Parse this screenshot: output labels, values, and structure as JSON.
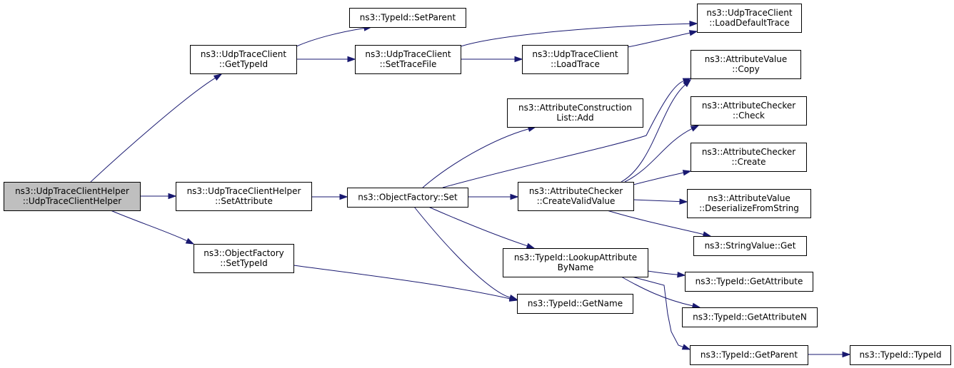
{
  "nodes": [
    {
      "id": "root",
      "lines": [
        "ns3::UdpTraceClientHelper",
        "::UdpTraceClientHelper"
      ],
      "root": true
    },
    {
      "id": "utc_gettypeid",
      "lines": [
        "ns3::UdpTraceClient",
        "::GetTypeId"
      ]
    },
    {
      "id": "utch_setattr",
      "lines": [
        "ns3::UdpTraceClientHelper",
        "::SetAttribute"
      ]
    },
    {
      "id": "of_settypeid",
      "lines": [
        "ns3::ObjectFactory",
        "::SetTypeId"
      ]
    },
    {
      "id": "tid_setparent",
      "lines": [
        "ns3::TypeId::SetParent"
      ]
    },
    {
      "id": "utc_settracefile",
      "lines": [
        "ns3::UdpTraceClient",
        "::SetTraceFile"
      ]
    },
    {
      "id": "of_set",
      "lines": [
        "ns3::ObjectFactory::Set"
      ]
    },
    {
      "id": "utc_loaddefaulttrace",
      "lines": [
        "ns3::UdpTraceClient",
        "::LoadDefaultTrace"
      ]
    },
    {
      "id": "utc_loadtrace",
      "lines": [
        "ns3::UdpTraceClient",
        "::LoadTrace"
      ]
    },
    {
      "id": "acl_add",
      "lines": [
        "ns3::AttributeConstruction",
        "List::Add"
      ]
    },
    {
      "id": "ac_createvalid",
      "lines": [
        "ns3::AttributeChecker",
        "::CreateValidValue"
      ]
    },
    {
      "id": "tid_lookupattr",
      "lines": [
        "ns3::TypeId::LookupAttribute",
        "ByName"
      ]
    },
    {
      "id": "tid_getname",
      "lines": [
        "ns3::TypeId::GetName"
      ]
    },
    {
      "id": "av_copy",
      "lines": [
        "ns3::AttributeValue",
        "::Copy"
      ]
    },
    {
      "id": "ac_check",
      "lines": [
        "ns3::AttributeChecker",
        "::Check"
      ]
    },
    {
      "id": "ac_create",
      "lines": [
        "ns3::AttributeChecker",
        "::Create"
      ]
    },
    {
      "id": "av_deserialize",
      "lines": [
        "ns3::AttributeValue",
        "::DeserializeFromString"
      ]
    },
    {
      "id": "sv_get",
      "lines": [
        "ns3::StringValue::Get"
      ]
    },
    {
      "id": "tid_getattr",
      "lines": [
        "ns3::TypeId::GetAttribute"
      ]
    },
    {
      "id": "tid_getattrn",
      "lines": [
        "ns3::TypeId::GetAttributeN"
      ]
    },
    {
      "id": "tid_getparent",
      "lines": [
        "ns3::TypeId::GetParent"
      ]
    },
    {
      "id": "tid_typeid",
      "lines": [
        "ns3::TypeId::TypeId"
      ]
    }
  ],
  "edges": [
    {
      "from": "root",
      "to": "utc_gettypeid"
    },
    {
      "from": "root",
      "to": "utch_setattr"
    },
    {
      "from": "root",
      "to": "of_settypeid"
    },
    {
      "from": "utc_gettypeid",
      "to": "tid_setparent"
    },
    {
      "from": "utc_gettypeid",
      "to": "utc_settracefile"
    },
    {
      "from": "utc_settracefile",
      "to": "utc_loaddefaulttrace"
    },
    {
      "from": "utc_settracefile",
      "to": "utc_loadtrace"
    },
    {
      "from": "utc_loadtrace",
      "to": "utc_loaddefaulttrace"
    },
    {
      "from": "utch_setattr",
      "to": "of_set"
    },
    {
      "from": "of_set",
      "to": "acl_add"
    },
    {
      "from": "of_set",
      "to": "av_copy"
    },
    {
      "from": "of_set",
      "to": "ac_createvalid"
    },
    {
      "from": "of_set",
      "to": "tid_lookupattr"
    },
    {
      "from": "of_set",
      "to": "tid_getname"
    },
    {
      "from": "of_settypeid",
      "to": "tid_getname"
    },
    {
      "from": "ac_createvalid",
      "to": "av_copy"
    },
    {
      "from": "ac_createvalid",
      "to": "ac_check"
    },
    {
      "from": "ac_createvalid",
      "to": "ac_create"
    },
    {
      "from": "ac_createvalid",
      "to": "av_deserialize"
    },
    {
      "from": "ac_createvalid",
      "to": "sv_get"
    },
    {
      "from": "tid_lookupattr",
      "to": "tid_getattr"
    },
    {
      "from": "tid_lookupattr",
      "to": "tid_getattrn"
    },
    {
      "from": "tid_lookupattr",
      "to": "tid_getparent"
    },
    {
      "from": "tid_getparent",
      "to": "tid_typeid"
    }
  ]
}
